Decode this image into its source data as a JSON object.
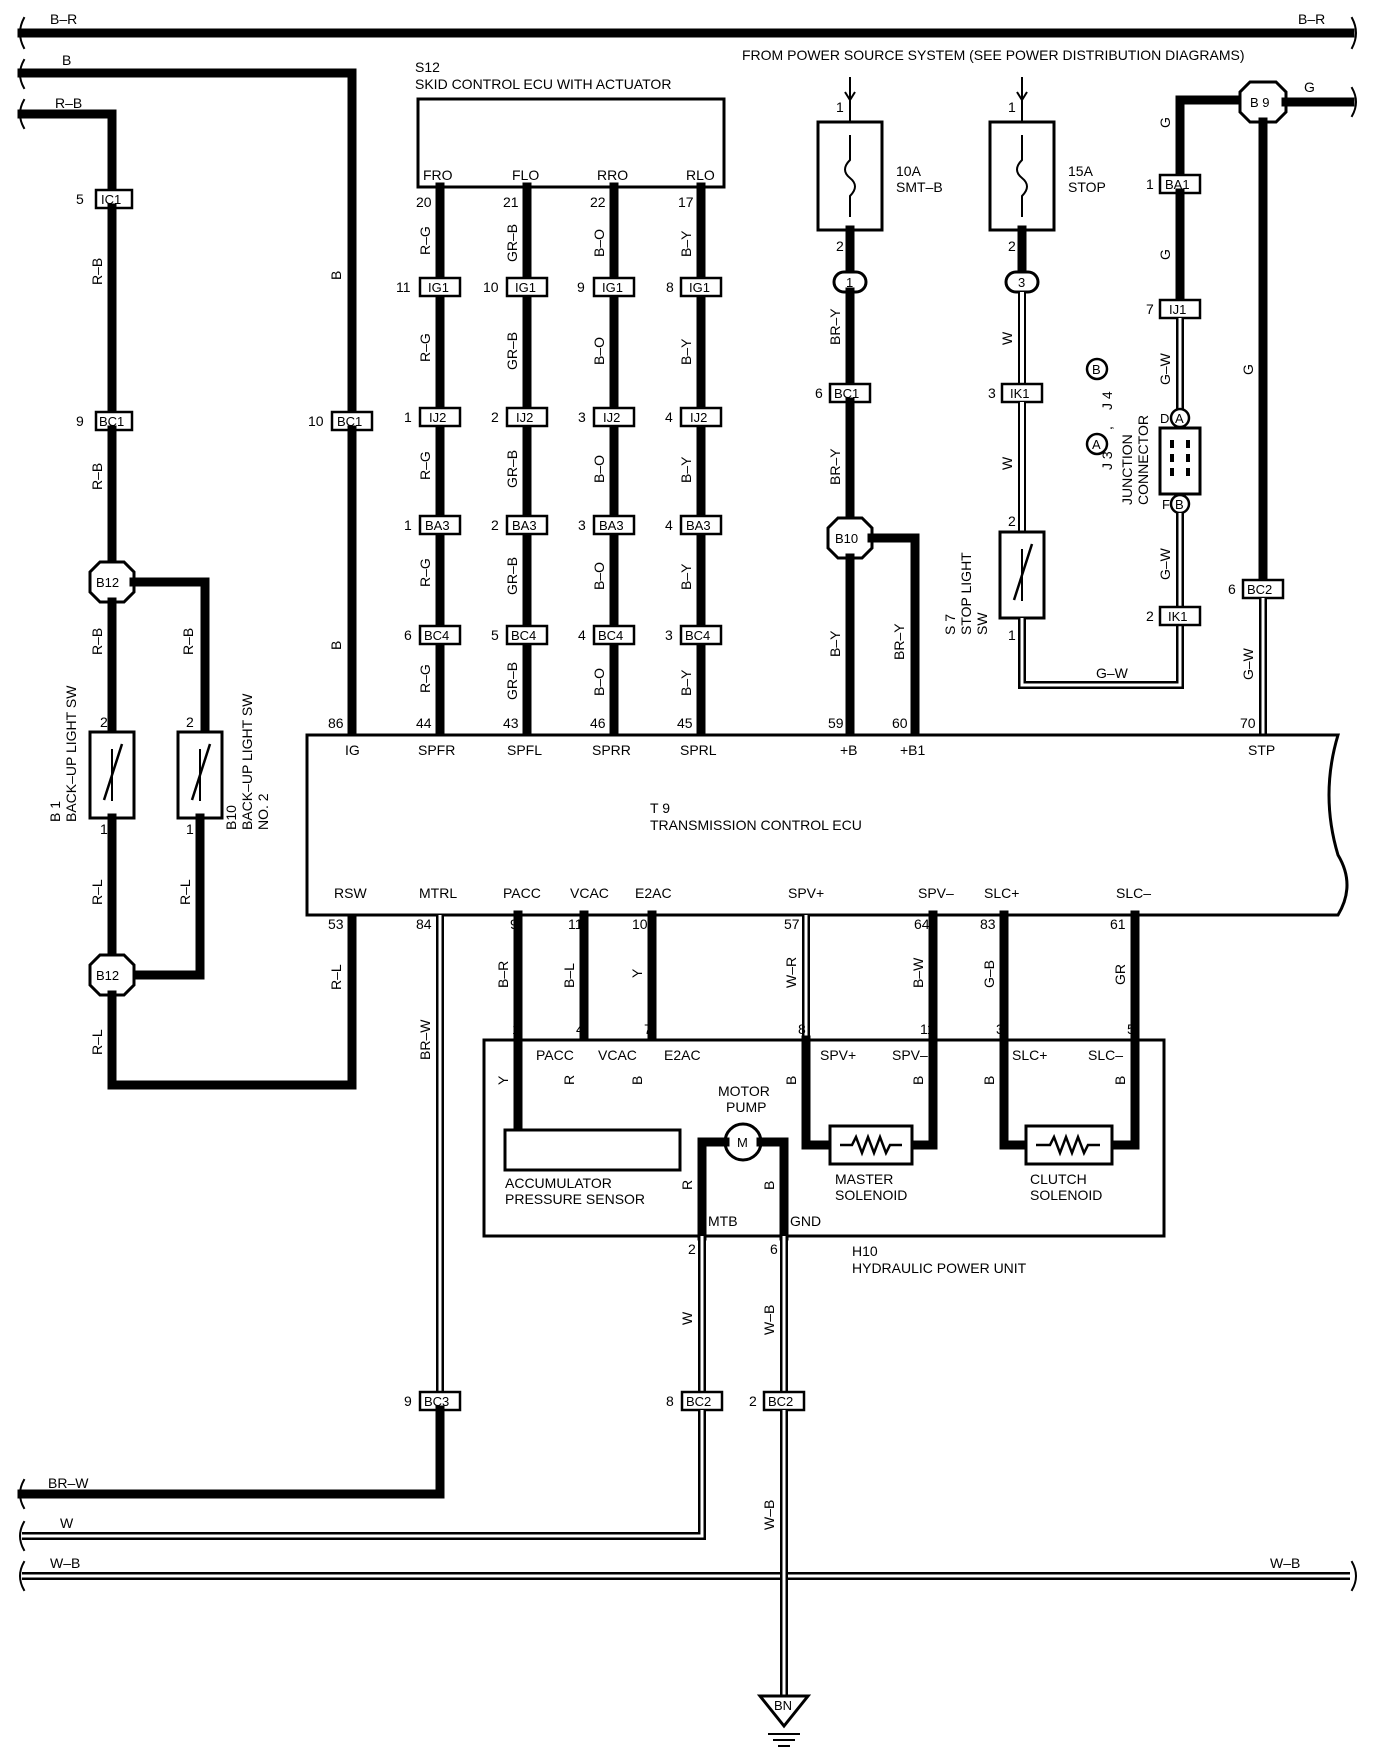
{
  "colors": {
    "wire": "#000000",
    "background": "#ffffff"
  },
  "header": {
    "power_source": "FROM POWER SOURCE SYSTEM (SEE POWER DISTRIBUTION DIAGRAMS)"
  },
  "rails": {
    "top_left": "B–R",
    "top_right": "B–R",
    "b": "B",
    "rb": "R–B",
    "b9_g": "G",
    "brw": "BR–W",
    "w": "W",
    "wb_left": "W–B",
    "wb_right": "W–B"
  },
  "components": {
    "s12": {
      "code": "S12",
      "name": "SKID CONTROL ECU WITH ACTUATOR",
      "terms": [
        "FRO",
        "FLO",
        "RRO",
        "RLO"
      ],
      "pins": [
        "20",
        "21",
        "22",
        "17"
      ]
    },
    "fuse_10a": {
      "rating": "10A",
      "name": "SMT–B",
      "pin_in": "1",
      "pin_out": "2"
    },
    "fuse_15a": {
      "rating": "15A",
      "name": "STOP",
      "pin_in": "1",
      "pin_out": "2"
    },
    "junction": {
      "code": "J 3",
      "a": "A",
      "sep": ",",
      "code2": "J 4",
      "b": "B",
      "name1": "JUNCTION",
      "name2": "CONNECTOR",
      "d": "D",
      "f": "F"
    },
    "s7": {
      "code": "S 7",
      "name1": "STOP LIGHT",
      "name2": "SW",
      "pin_top": "2",
      "pin_bot": "1"
    },
    "b1": {
      "code": "B 1",
      "name": "BACK–UP LIGHT SW",
      "pin_top": "2",
      "pin_bot": "1"
    },
    "b10sw": {
      "code": "B10",
      "name1": "BACK–UP LIGHT SW",
      "name2": "NO. 2",
      "pin_top": "2",
      "pin_bot": "1"
    },
    "t9": {
      "code": "T 9",
      "name": "TRANSMISSION CONTROL ECU",
      "top_terms": [
        "IG",
        "SPFR",
        "SPFL",
        "SPRR",
        "SPRL",
        "+B",
        "+B1",
        "STP"
      ],
      "top_pins": [
        "86",
        "44",
        "43",
        "46",
        "45",
        "59",
        "60",
        "70"
      ],
      "bot_terms": [
        "RSW",
        "MTRL",
        "PACC",
        "VCAC",
        "E2AC",
        "SPV+",
        "SPV–",
        "SLC+",
        "SLC–"
      ],
      "bot_pins": [
        "53",
        "84",
        "9",
        "11",
        "10",
        "57",
        "64",
        "83",
        "61"
      ]
    },
    "h10": {
      "code": "H10",
      "name": "HYDRAULIC POWER UNIT",
      "terms": [
        "PACC",
        "VCAC",
        "E2AC",
        "SPV+",
        "SPV–",
        "SLC+",
        "SLC–",
        "MTB",
        "GND"
      ],
      "pins": [
        "1",
        "4",
        "7",
        "8",
        "11",
        "3",
        "5",
        "2",
        "6"
      ],
      "acc1": "ACCUMULATOR",
      "acc2": "PRESSURE SENSOR",
      "mp1": "MOTOR",
      "mp2": "PUMP",
      "m": "M",
      "ms1": "MASTER",
      "ms2": "SOLENOID",
      "cs1": "CLUTCH",
      "cs2": "SOLENOID",
      "inner": [
        "Y",
        "R",
        "B",
        "B",
        "B",
        "B",
        "B",
        "R",
        "B"
      ]
    },
    "ground": "BN"
  },
  "splices": {
    "b12a": "B12",
    "b12b": "B12",
    "b10": "B10",
    "b9": "B 9",
    "one": "1",
    "three": "3"
  },
  "connectors": [
    {
      "code": "IC1",
      "pin": "5"
    },
    {
      "code": "BC1",
      "pin": "9"
    },
    {
      "code": "BC1",
      "pin": "10"
    },
    {
      "code": "IG1",
      "pin": "11"
    },
    {
      "code": "IG1",
      "pin": "10"
    },
    {
      "code": "IG1",
      "pin": "9"
    },
    {
      "code": "IG1",
      "pin": "8"
    },
    {
      "code": "IJ2",
      "pin": "1"
    },
    {
      "code": "IJ2",
      "pin": "2"
    },
    {
      "code": "IJ2",
      "pin": "3"
    },
    {
      "code": "IJ2",
      "pin": "4"
    },
    {
      "code": "BA3",
      "pin": "1"
    },
    {
      "code": "BA3",
      "pin": "2"
    },
    {
      "code": "BA3",
      "pin": "3"
    },
    {
      "code": "BA3",
      "pin": "4"
    },
    {
      "code": "BC4",
      "pin": "6"
    },
    {
      "code": "BC4",
      "pin": "5"
    },
    {
      "code": "BC4",
      "pin": "4"
    },
    {
      "code": "BC4",
      "pin": "3"
    },
    {
      "code": "BC1",
      "pin": "6"
    },
    {
      "code": "IK1",
      "pin": "3"
    },
    {
      "code": "BA1",
      "pin": "1"
    },
    {
      "code": "IJ1",
      "pin": "7"
    },
    {
      "code": "IK1",
      "pin": "2"
    },
    {
      "code": "BC2",
      "pin": "6"
    },
    {
      "code": "BC3",
      "pin": "9"
    },
    {
      "code": "BC2",
      "pin": "8"
    },
    {
      "code": "BC2",
      "pin": "2"
    }
  ],
  "wire_colors": {
    "rb1": "R–B",
    "rb2": "R–B",
    "rb3": "R–B",
    "rb4": "R–B",
    "rl1": "R–L",
    "rl2": "R–L",
    "rl3": "R–L",
    "rl4": "R–L",
    "b1": "B",
    "b2": "B",
    "rg": "R–G",
    "grb": "GR–B",
    "bo": "B–O",
    "by": "B–Y",
    "bry1": "BR–Y",
    "bry2": "BR–Y",
    "bry3": "B–Y",
    "bry4": "BR–Y",
    "w1": "W",
    "w2": "W",
    "gw1": "G–W",
    "gw2": "G–W",
    "gw3": "G–W",
    "gw4": "G–W",
    "g1": "G",
    "g2": "G",
    "g3": "G",
    "brw": "BR–W",
    "br": "B–R",
    "bl": "B–L",
    "y": "Y",
    "wr": "W–R",
    "bw": "B–W",
    "gb": "G–B",
    "gr": "GR",
    "w3": "W",
    "wb1": "W–B",
    "wb2": "W–B"
  }
}
